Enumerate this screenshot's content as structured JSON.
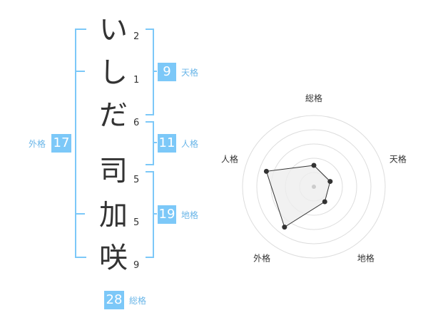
{
  "name_chars": [
    "い",
    "し",
    "だ",
    "司",
    "加",
    "咲"
  ],
  "strokes": [
    "2",
    "1",
    "6",
    "5",
    "5",
    "9"
  ],
  "grades": {
    "tenkaku": {
      "value": "9",
      "label": "天格"
    },
    "jinkaku": {
      "value": "11",
      "label": "人格"
    },
    "chikaku": {
      "value": "19",
      "label": "地格"
    },
    "gaikaku": {
      "value": "17",
      "label": "外格"
    },
    "soukaku": {
      "value": "28",
      "label": "総格"
    }
  },
  "chart_data": {
    "type": "radar",
    "axes": [
      "総格",
      "天格",
      "地格",
      "外格",
      "人格"
    ],
    "values": [
      1.5,
      1.2,
      1.3,
      3.5,
      3.5
    ],
    "max": 5,
    "rings": 5,
    "colors": {
      "ring": "#dddddd",
      "fill": "#eeeeee",
      "line": "#333333",
      "point": "#333333"
    }
  },
  "colors": {
    "accent": "#7cc8f8",
    "accent_text": "#6ab6e8"
  }
}
